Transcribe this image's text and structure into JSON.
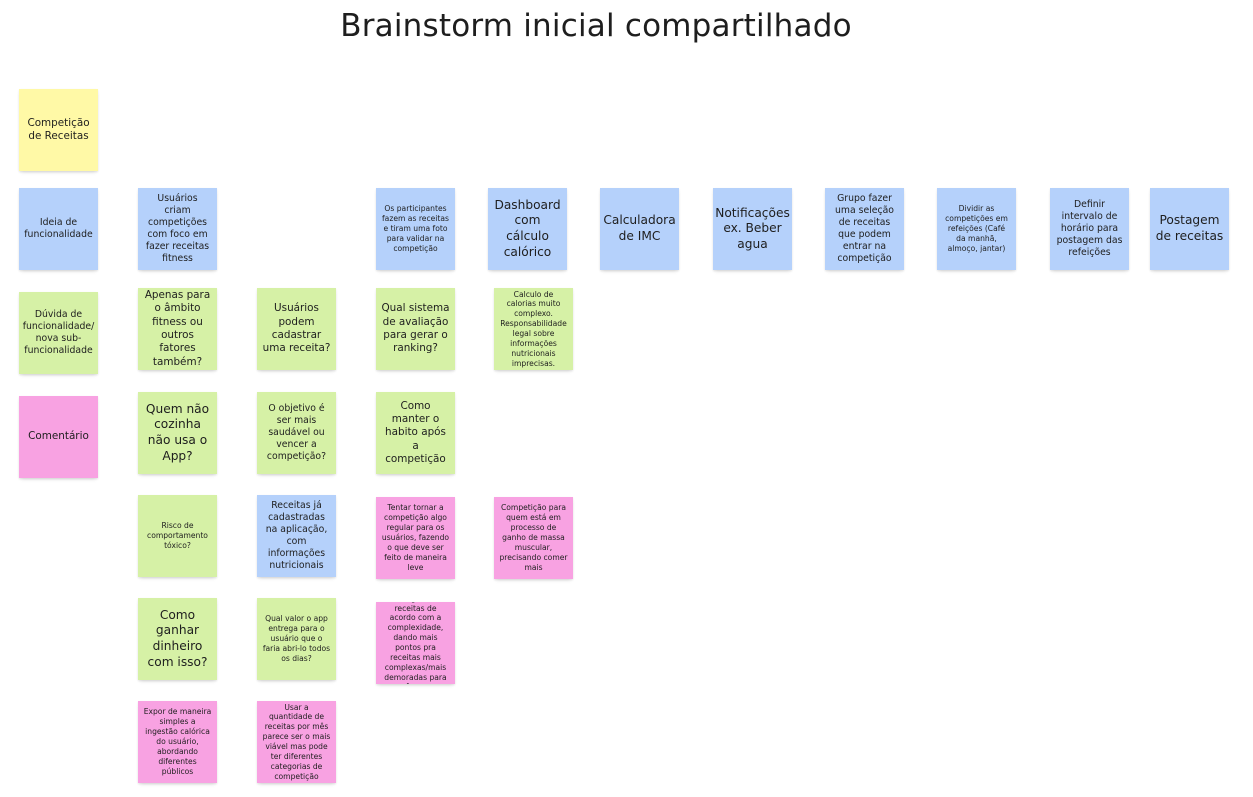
{
  "board": {
    "title": "Brainstorm inicial compartilhado"
  },
  "legend": {
    "competition": "Competição de Receitas",
    "feature_idea": "Ideia de funcionalidade",
    "feature_question": "Dúvida de funcionalidade/ nova sub-funcionalidade",
    "comment": "Comentário"
  },
  "features": [
    "Usuários criam competições com foco em fazer receitas fitness",
    "Os participantes fazem as receitas e tiram uma foto para validar na competição",
    "Dashboard com cálculo calórico",
    "Calculadora de IMC",
    "Notificações ex. Beber agua",
    "Grupo fazer uma seleção de receitas que podem entrar na competição",
    "Dividir as competições em refeições (Café da manhã, almoço, jantar)",
    "Definir intervalo de horário para postagem das refeições",
    "Postagem de receitas"
  ],
  "col1": [
    "Apenas para o âmbito fitness ou outros fatores também?",
    "Quem não cozinha não usa o App?",
    "Risco de comportamento tóxico?",
    "Como ganhar dinheiro com isso?",
    "Expor de maneira simples a ingestão calórica do usuário, abordando diferentes públicos"
  ],
  "col2": [
    "Usuários podem cadastrar uma receita?",
    "O objetivo é ser mais saudável ou vencer a competição?",
    "Receitas já cadastradas na aplicação, com informações nutricionais",
    "Qual valor o app entrega para o usuário que o faria abri-lo todos os dias?",
    "Usar a quantidade de receitas por mês parece ser o mais viável mas pode ter diferentes categorias de competição"
  ],
  "col3": [
    "Qual sistema de avaliação para gerar o ranking?",
    "Como manter o habito após a competição",
    "Tentar tornar a competição algo regular para os usuários, fazendo o que deve ser feito de maneira leve",
    "Categorizar receitas de acordo com a complexidade, dando mais pontos pra receitas mais complexas/mais demoradas para fazer"
  ],
  "col4": [
    "Calculo de calorias muito complexo. Responsabilidade legal sobre informações nutricionais imprecisas.",
    "Competição para quem está em processo de ganho de massa muscular, precisando comer mais"
  ],
  "colors": {
    "yellow": "#fff9a6",
    "blue": "#b5d1fb",
    "green": "#d6f1a6",
    "pink": "#f8a2e2"
  }
}
